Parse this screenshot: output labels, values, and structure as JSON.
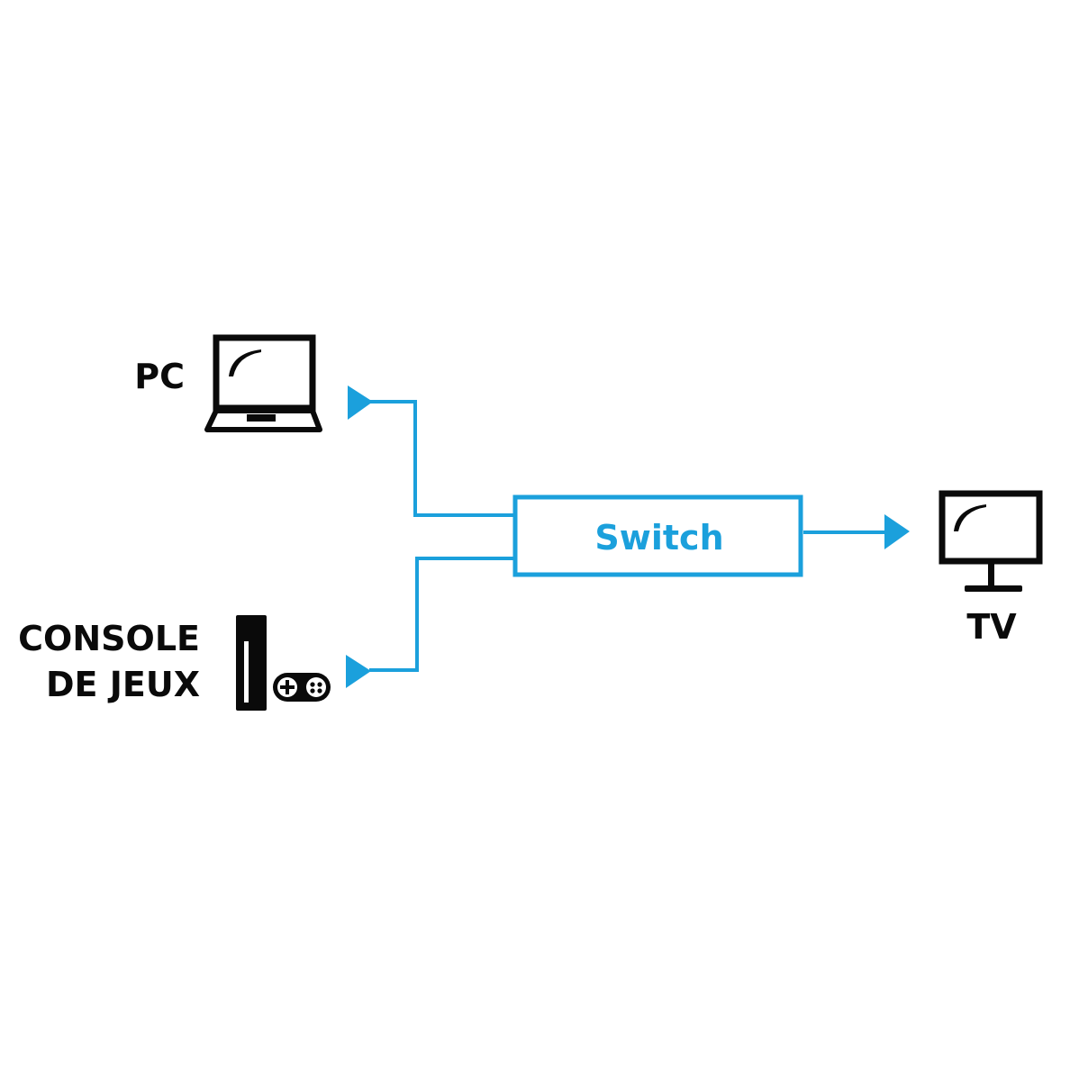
{
  "nodes": {
    "pc": {
      "label": "PC",
      "icon": "laptop-icon"
    },
    "console": {
      "label_line1": "CONSOLE",
      "label_line2": "DE JEUX",
      "icon": "game-console-icon"
    },
    "switch": {
      "label": "Switch"
    },
    "tv": {
      "label": "TV",
      "icon": "tv-icon"
    }
  },
  "colors": {
    "accent": "#1ba0dc",
    "ink": "#0a0a0a",
    "background": "#ffffff"
  }
}
